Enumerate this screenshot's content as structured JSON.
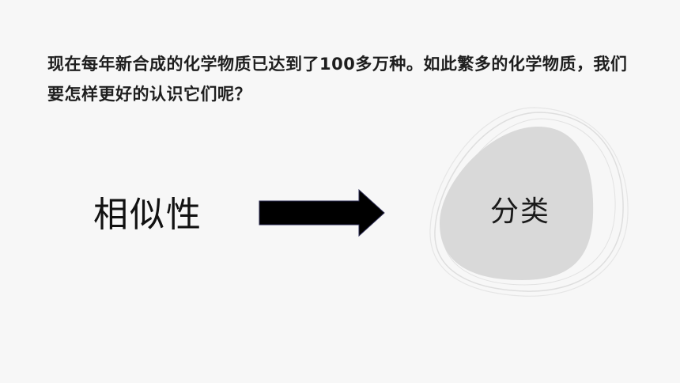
{
  "slide": {
    "intro_text": "现在每年新合成的化学物质已达到了100多万种。如此繁多的化学物质，我们要怎样更好的认识它们呢？",
    "left_word": "相似性",
    "right_word": "分类"
  },
  "colors": {
    "background": "#f7f7f7",
    "blob_fill": "#d9d9d9",
    "blob_outline": "#dedede",
    "arrow": "#000000"
  }
}
